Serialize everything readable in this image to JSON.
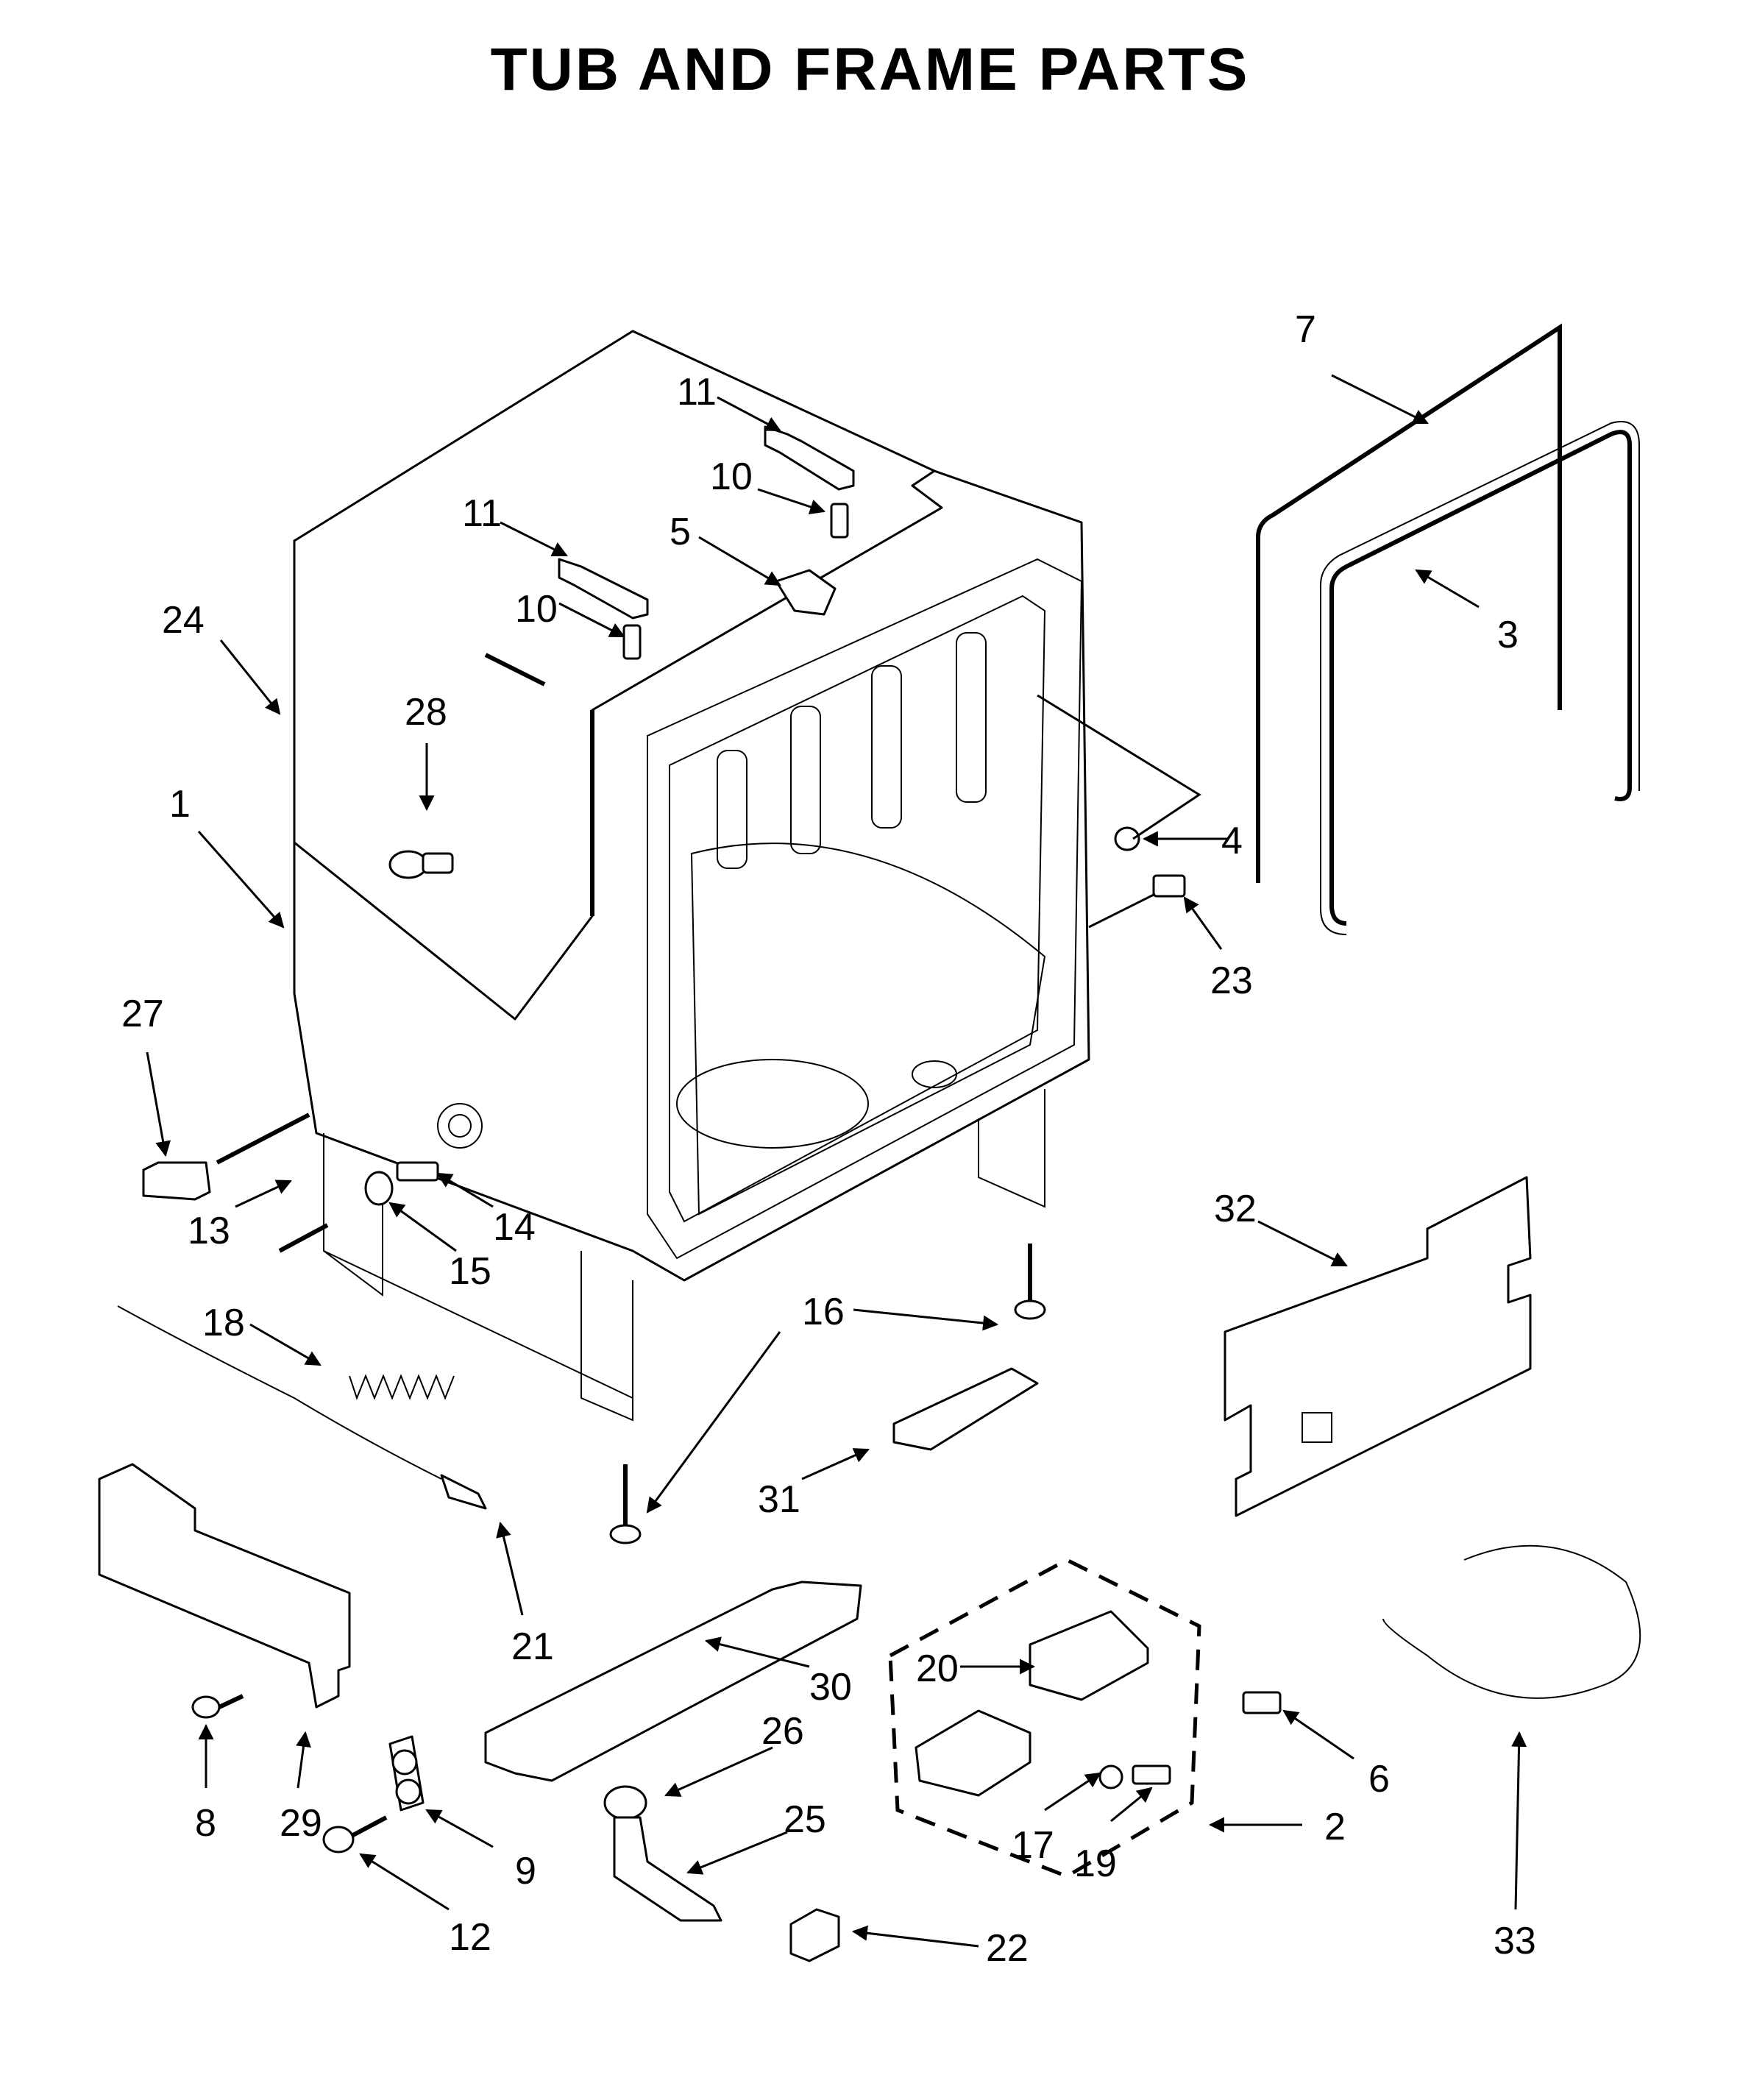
{
  "title": "TUB AND FRAME PARTS",
  "callouts": [
    {
      "id": "c7a",
      "label": "7"
    },
    {
      "id": "c11a",
      "label": "11"
    },
    {
      "id": "c10a",
      "label": "10"
    },
    {
      "id": "c11b",
      "label": "11"
    },
    {
      "id": "c5",
      "label": "5"
    },
    {
      "id": "c10b",
      "label": "10"
    },
    {
      "id": "c3",
      "label": "3"
    },
    {
      "id": "c24",
      "label": "24"
    },
    {
      "id": "c28",
      "label": "28"
    },
    {
      "id": "c1",
      "label": "1"
    },
    {
      "id": "c4",
      "label": "4"
    },
    {
      "id": "c23",
      "label": "23"
    },
    {
      "id": "c27",
      "label": "27"
    },
    {
      "id": "c13",
      "label": "13"
    },
    {
      "id": "c14",
      "label": "14"
    },
    {
      "id": "c15",
      "label": "15"
    },
    {
      "id": "c32",
      "label": "32"
    },
    {
      "id": "c18",
      "label": "18"
    },
    {
      "id": "c16",
      "label": "16"
    },
    {
      "id": "c31",
      "label": "31"
    },
    {
      "id": "c21",
      "label": "21"
    },
    {
      "id": "c30",
      "label": "30"
    },
    {
      "id": "c20",
      "label": "20"
    },
    {
      "id": "c6",
      "label": "6"
    },
    {
      "id": "c26",
      "label": "26"
    },
    {
      "id": "c8",
      "label": "8"
    },
    {
      "id": "c29",
      "label": "29"
    },
    {
      "id": "c25",
      "label": "25"
    },
    {
      "id": "c17",
      "label": "17"
    },
    {
      "id": "c19",
      "label": "19"
    },
    {
      "id": "c2",
      "label": "2"
    },
    {
      "id": "c33",
      "label": "33"
    },
    {
      "id": "c9",
      "label": "9"
    },
    {
      "id": "c12",
      "label": "12"
    },
    {
      "id": "c22",
      "label": "22"
    }
  ]
}
